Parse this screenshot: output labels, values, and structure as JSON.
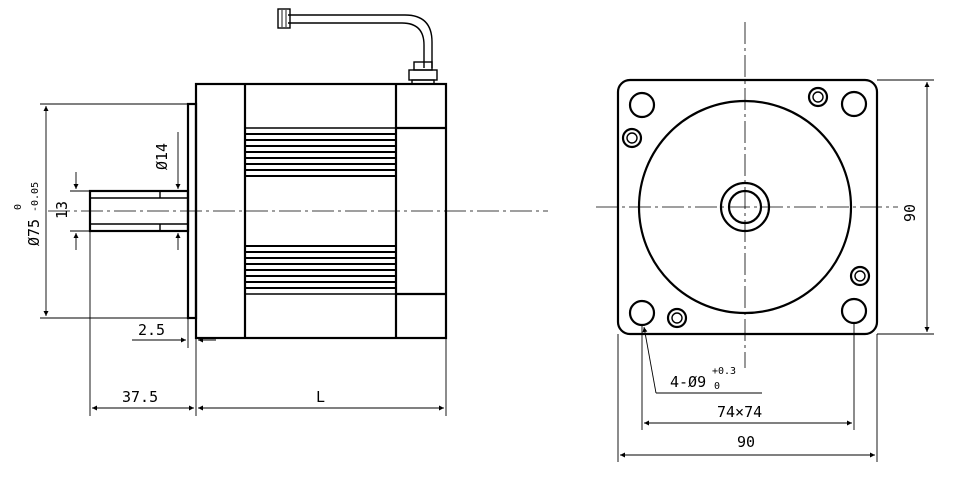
{
  "side_view": {
    "shaft_diameter_label": "13",
    "shaft_flat_label": "Ø14",
    "pilot_diameter_label": "Ø75",
    "pilot_tol_upper": "0",
    "pilot_tol_lower": "-0.05",
    "pilot_thickness_label": "2.5",
    "shaft_length_label": "37.5",
    "body_length_label": "L"
  },
  "front_view": {
    "height_label": "90",
    "width_label": "90",
    "hole_spacing_label": "74×74",
    "hole_callout_label": "4-Ø9",
    "hole_tol_upper": "+0.3",
    "hole_tol_lower": "0"
  }
}
